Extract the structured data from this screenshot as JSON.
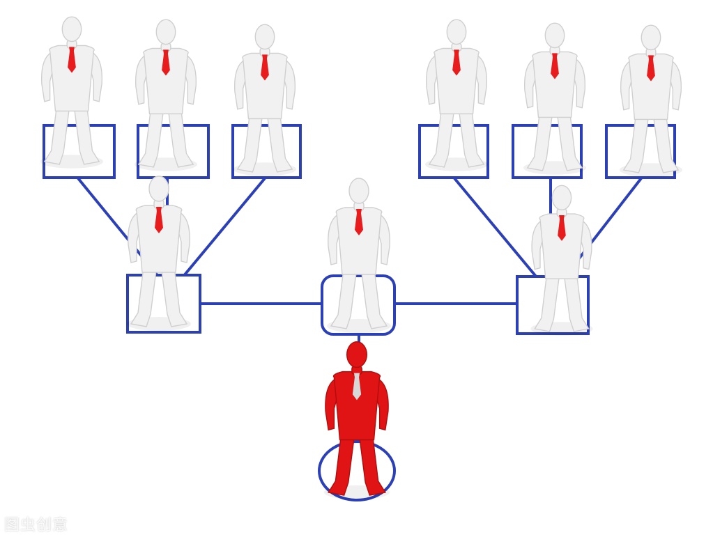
{
  "colors": {
    "connector": "#2b3fb6",
    "figure_white": "#f1f1f1",
    "figure_shade": "#cfcfcf",
    "figure_leader": "#e01414",
    "tie_red": "#e81c1c",
    "tie_grey": "#d8d8d8",
    "background": "#ffffff"
  },
  "diagram": {
    "kind": "hierarchy",
    "levels": [
      {
        "level": 1,
        "count": 1,
        "node_shape": "circle",
        "figure": "red"
      },
      {
        "level": 2,
        "count": 3,
        "node_shape": "squares-and-rounded-square",
        "figure": "white"
      },
      {
        "level": 3,
        "count": 6,
        "node_shape": "square",
        "figure": "white"
      }
    ]
  },
  "watermark": {
    "text": "图虫创意"
  }
}
